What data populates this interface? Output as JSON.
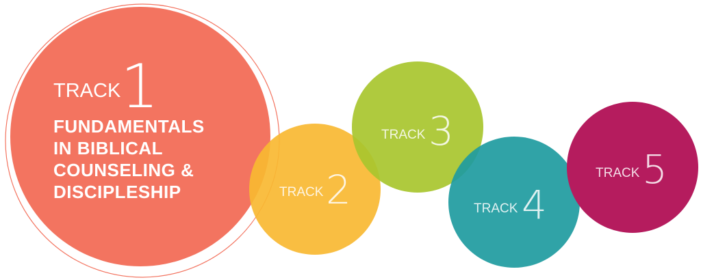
{
  "tracks": [
    {
      "word": "TRACK",
      "number": "1",
      "color": "#f37460",
      "title_lines": [
        "FUNDAMENTALS",
        "IN BIBLICAL",
        "COUNSELING &",
        "DISCIPLESHIP"
      ]
    },
    {
      "word": "TRACK",
      "number": "2",
      "color": "#f8b932"
    },
    {
      "word": "TRACK",
      "number": "3",
      "color": "#a8c52e"
    },
    {
      "word": "TRACK",
      "number": "4",
      "color": "#1e9ba0"
    },
    {
      "word": "TRACK",
      "number": "5",
      "color": "#b51c5e"
    }
  ],
  "outline_color": "#f37460"
}
